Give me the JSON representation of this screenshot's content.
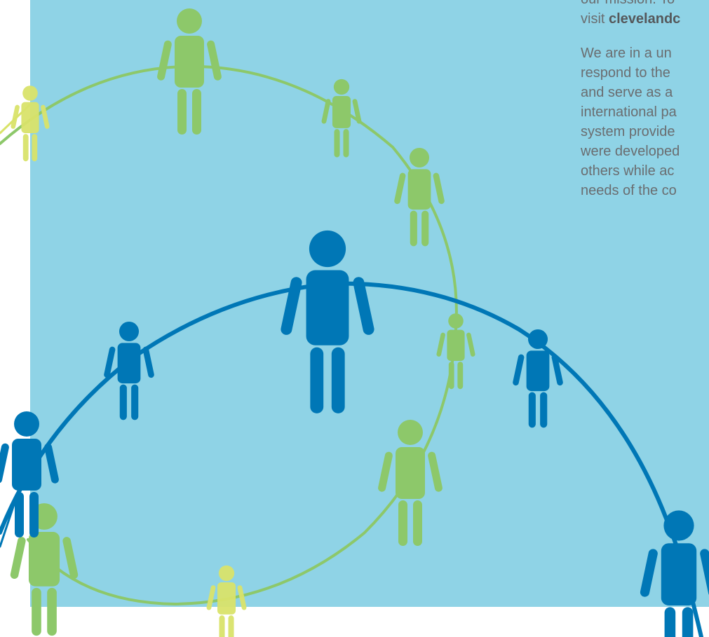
{
  "document": {
    "text": {
      "paragraph_1": {
        "line_1": "our mission. To",
        "line_2_prefix": "visit ",
        "line_2_bold": "clevelandc"
      },
      "paragraph_2": [
        "We are in a un",
        "respond to the",
        "and serve as a",
        "international pa",
        "system provide",
        "were developed",
        "others while ac",
        "needs of the co"
      ]
    },
    "illustration": {
      "subject": "network of people figures connected by circular lines",
      "colors": {
        "panel": "#8fd3e6",
        "blue": "#0077b6",
        "green": "#8dc86a",
        "yellow": "#d9e36a"
      }
    }
  }
}
